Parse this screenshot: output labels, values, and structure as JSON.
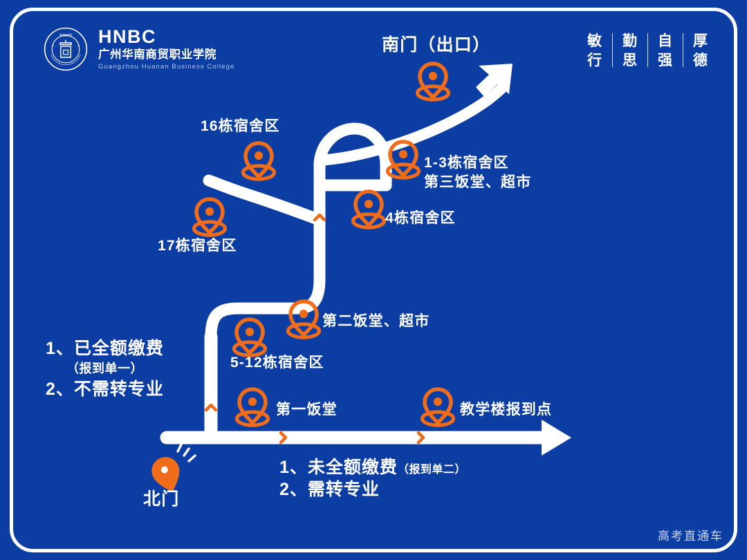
{
  "theme": {
    "background": "#0b3da2",
    "road": "#ffffff",
    "pin": "#ef6c1a",
    "text": "#ffffff",
    "muted": "#b9c9ea"
  },
  "header": {
    "logo_icon": "university-seal-icon",
    "abbr": "HNBC",
    "name_cn": "广州华南商贸职业学院",
    "name_en": "Guangzhou Huanan Business College",
    "motto": [
      "敏行",
      "勤思",
      "自强",
      "厚德"
    ]
  },
  "map": {
    "south_gate": {
      "title": "南门（出口）",
      "pin_icon": "map-pin-icon"
    },
    "north_gate": {
      "title": "北门",
      "pin_icon": "current-location-pin-icon"
    },
    "markers": [
      {
        "id": "dorm-16",
        "label": "16栋宿舍区",
        "pin_icon": "map-pin-icon"
      },
      {
        "id": "dorm-17",
        "label": "17栋宿舍区",
        "pin_icon": "map-pin-icon"
      },
      {
        "id": "dorm-1-3",
        "label_line1": "1-3栋宿舍区",
        "label_line2": "第三饭堂、超市",
        "pin_icon": "map-pin-icon"
      },
      {
        "id": "dorm-4",
        "label": "4栋宿舍区",
        "pin_icon": "map-pin-icon"
      },
      {
        "id": "canteen-2",
        "label": "第二饭堂、超市",
        "pin_icon": "map-pin-icon"
      },
      {
        "id": "dorm-5-12",
        "label": "5-12栋宿舍区",
        "pin_icon": "map-pin-icon"
      },
      {
        "id": "canteen-1",
        "label": "第一饭堂",
        "pin_icon": "map-pin-icon"
      },
      {
        "id": "registration",
        "label": "教学楼报到点",
        "pin_icon": "map-pin-icon"
      }
    ]
  },
  "notes": {
    "left": {
      "line1": "1、已全额缴费",
      "line1_sub": "（报到单一）",
      "line2": "2、不需转专业"
    },
    "bottom": {
      "line1": "1、未全额缴费",
      "line1_sub": "（报到单二）",
      "line2": "2、需转专业"
    }
  },
  "watermark": "高考直通车"
}
